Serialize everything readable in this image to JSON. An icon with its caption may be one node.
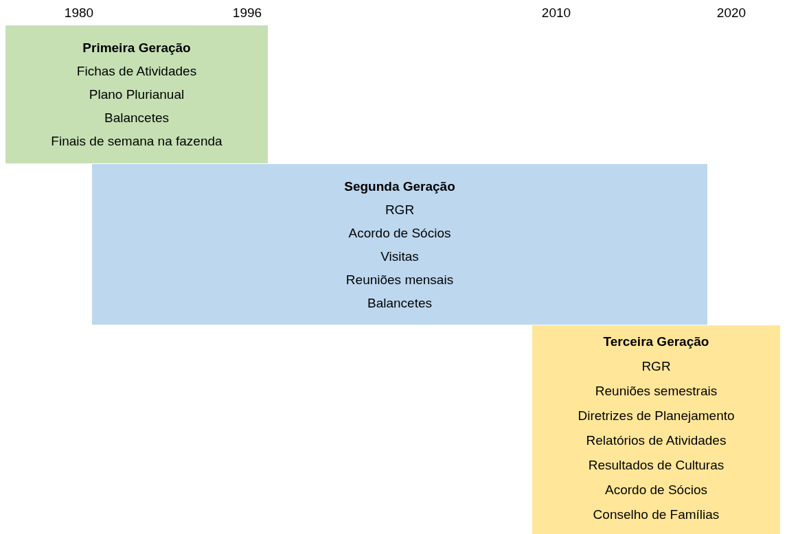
{
  "diagram": {
    "nodes": [
      {
        "text": [
          "Primeira Geração",
          "Fichas de Atividades",
          "Plano Plurianual",
          "Balancetes",
          "Finais de semana na fazenda"
        ]
      },
      {
        "text": [
          "Segunda Geração",
          "RGR",
          "Acordo de Sócios",
          "Visitas",
          "Reuniões mensais",
          "Balancetes"
        ]
      },
      {
        "text": [
          "Terceira Geração",
          "RGR",
          "Reuniões semestrais",
          "Diretrizes de Planejamento",
          "Relatórios de Atividades",
          "Resultados de Culturas",
          "Acordo de Sócios",
          "Conselho de Famílias"
        ]
      }
    ],
    "labels": [
      "1980",
      "1996",
      "2010",
      "2020"
    ]
  }
}
